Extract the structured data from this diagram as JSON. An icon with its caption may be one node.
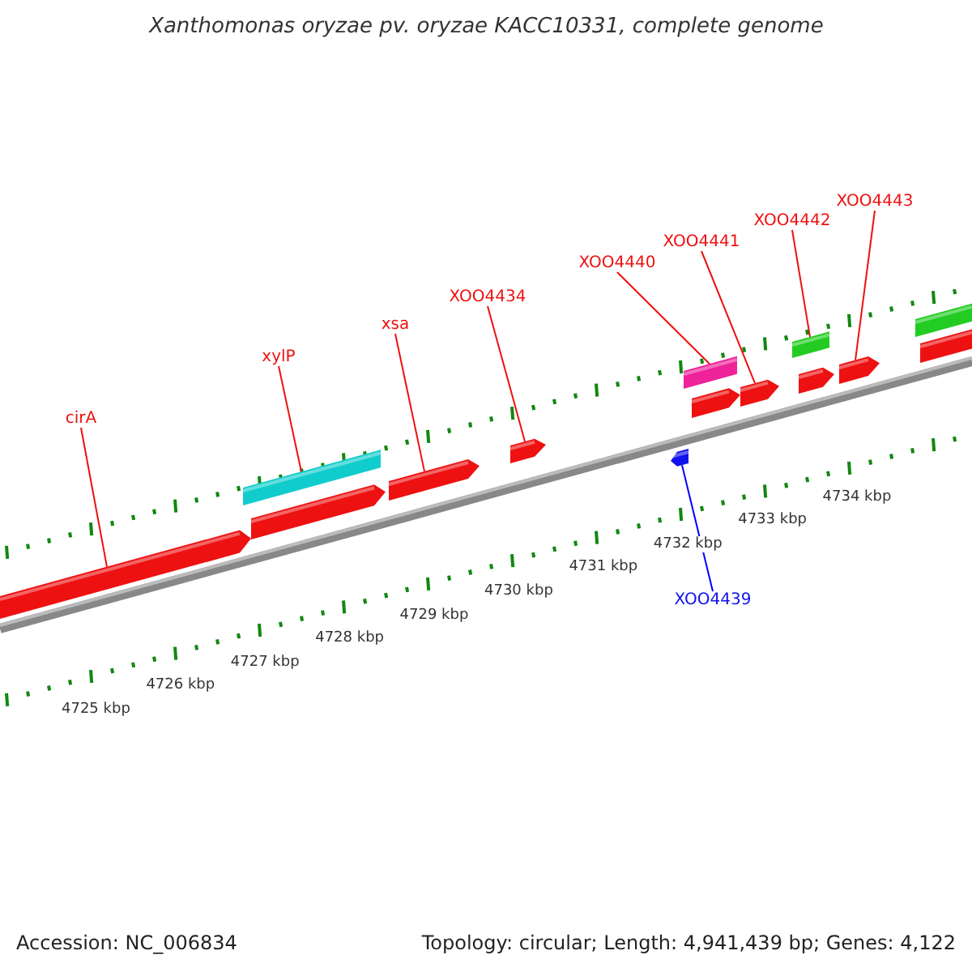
{
  "diagram": {
    "title": "Xanthomonas oryzae pv. oryzae KACC10331, complete genome",
    "nodes": [
      {
        "text": [
          "cirA"
        ]
      },
      {
        "text": [
          "xylP"
        ]
      },
      {
        "text": [
          "xsa"
        ]
      },
      {
        "text": [
          "XOO4434"
        ]
      },
      {
        "text": [
          "XOO4440"
        ]
      },
      {
        "text": [
          "XOO4441"
        ]
      },
      {
        "text": [
          "XOO4442"
        ]
      },
      {
        "text": [
          "XOO4443"
        ]
      },
      {
        "text": [
          "XOO4439"
        ]
      },
      {
        "text": [],
        "shape": "arrow"
      },
      {
        "text": [],
        "shape": "bar"
      },
      {
        "text": [],
        "shape": "arrow"
      },
      {
        "text": [],
        "shape": "arrow"
      },
      {
        "text": [],
        "shape": "arrow"
      },
      {
        "text": [],
        "shape": "arrow"
      },
      {
        "text": [],
        "shape": "bar"
      },
      {
        "text": [],
        "shape": "arrow"
      },
      {
        "text": [],
        "shape": "arrow"
      },
      {
        "text": [],
        "shape": "bar"
      },
      {
        "text": [],
        "shape": "arrow"
      },
      {
        "text": [],
        "shape": "arrow"
      },
      {
        "text": [],
        "shape": "bar"
      },
      {
        "text": [],
        "shape": "bar"
      }
    ],
    "edges": [
      {
        "from": 0,
        "to": 9,
        "arrow": "none"
      },
      {
        "from": 1,
        "to": 10,
        "arrow": "none"
      },
      {
        "from": 2,
        "to": 12,
        "arrow": "none"
      },
      {
        "from": 3,
        "to": 13,
        "arrow": "none"
      },
      {
        "from": 4,
        "to": 15,
        "arrow": "none"
      },
      {
        "from": 5,
        "to": 17,
        "arrow": "none"
      },
      {
        "from": 6,
        "to": 18,
        "arrow": "none"
      },
      {
        "from": 7,
        "to": 20,
        "arrow": "none"
      },
      {
        "from": 8,
        "to": 14,
        "arrow": "none",
        "color": "#0000ff"
      }
    ],
    "labels": [
      "4725 kbp",
      "4726 kbp",
      "4727 kbp",
      "4728 kbp",
      "4729 kbp",
      "4730 kbp",
      "4731 kbp",
      "4732 kbp",
      "4733 kbp",
      "4734 kbp",
      "Accession: NC_006834",
      "Topology: circular; Length: 4,941,439 bp; Genes: 4,122"
    ]
  }
}
